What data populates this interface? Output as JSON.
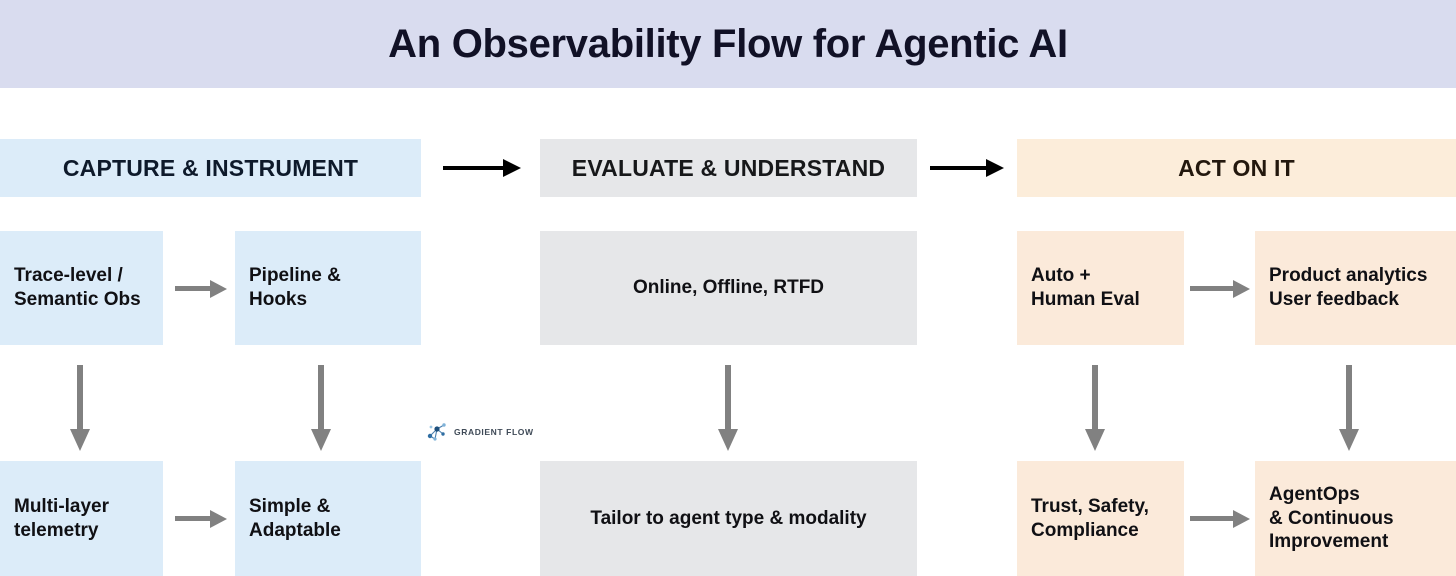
{
  "title": "An Observability Flow for Agentic AI",
  "colors": {
    "banner_bg": "#d9dcef",
    "capture_bg": "#dcecf9",
    "evaluate_bg": "#e6e7e9",
    "act_bg": "#fcedda",
    "arrow_black": "#000000",
    "arrow_gray": "#818181",
    "text_dark": "#101014"
  },
  "stages": [
    {
      "key": "capture",
      "label": "CAPTURE & INSTRUMENT"
    },
    {
      "key": "evaluate",
      "label": "EVALUATE & UNDERSTAND"
    },
    {
      "key": "act",
      "label": "ACT ON IT"
    }
  ],
  "boxes": {
    "trace": {
      "label": "Trace-level /\nSemantic Obs"
    },
    "pipeline": {
      "label": "Pipeline &\nHooks"
    },
    "online": {
      "label": "Online, Offline, RTFD"
    },
    "autohuman": {
      "label": "Auto +\nHuman Eval"
    },
    "product": {
      "label": "Product analytics\nUser feedback"
    },
    "multi": {
      "label": "Multi-layer\ntelemetry"
    },
    "simple": {
      "label": "Simple &\nAdaptable"
    },
    "tailor": {
      "label": "Tailor to agent type & modality"
    },
    "trust": {
      "label": "Trust, Safety,\nCompliance"
    },
    "agentops": {
      "label": "AgentOps\n& Continuous\nImprovement"
    }
  },
  "logo": {
    "text": "GRADIENT FLOW",
    "icon": "node-graph-icon"
  }
}
